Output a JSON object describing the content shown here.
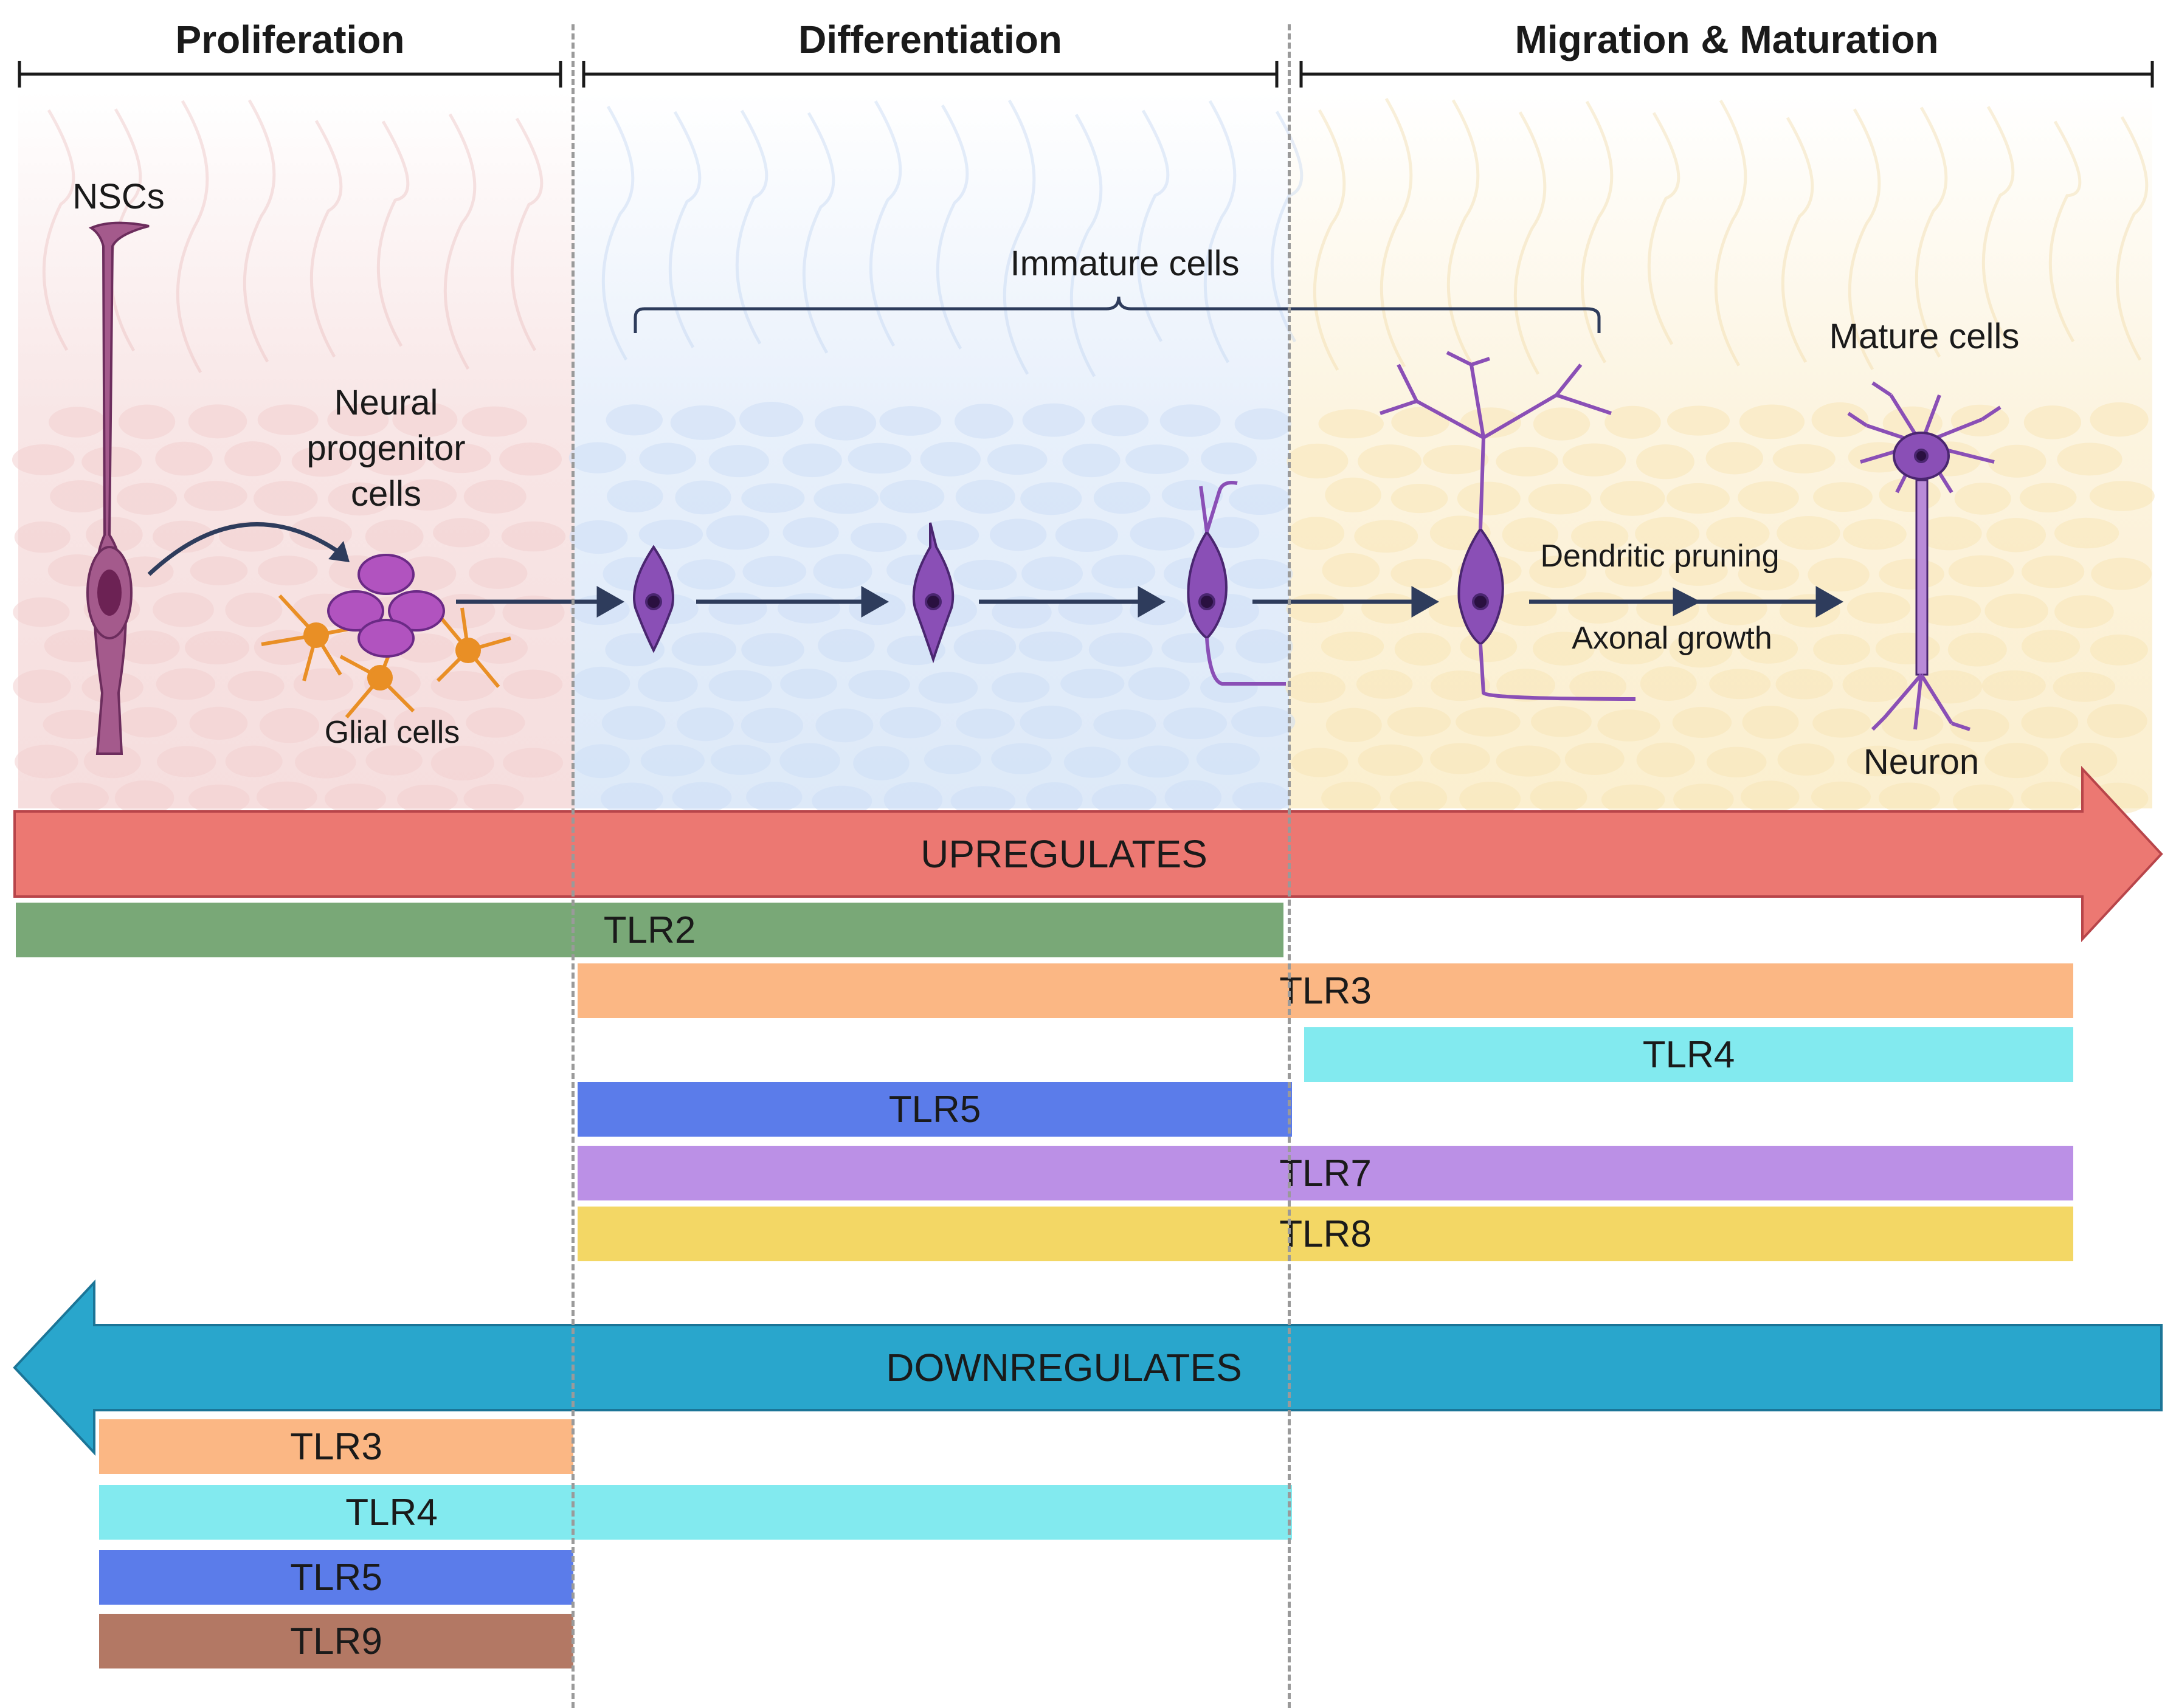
{
  "stages": {
    "proliferation": "Proliferation",
    "differentiation": "Differentiation",
    "migration": "Migration & Maturation"
  },
  "labels": {
    "nscs": "NSCs",
    "npc": [
      "Neural",
      "progenitor",
      "cells"
    ],
    "glial": "Glial cells",
    "immature": "Immature cells",
    "mature": "Mature cells",
    "neuron": "Neuron",
    "dendritic": "Dendritic pruning",
    "axonal": "Axonal growth"
  },
  "up": {
    "label": "UPREGULATES",
    "color": "#ec7872",
    "bars": [
      {
        "label": "TLR2",
        "color": "#79a877"
      },
      {
        "label": "TLR3",
        "color": "#fbb784"
      },
      {
        "label": "TLR4",
        "color": "#82eaef"
      },
      {
        "label": "TLR5",
        "color": "#5b7cea"
      },
      {
        "label": "TLR7",
        "color": "#bb90e6"
      },
      {
        "label": "TLR8",
        "color": "#f3d765"
      }
    ]
  },
  "down": {
    "label": "DOWNREGULATES",
    "color": "#29a6cc",
    "bars": [
      {
        "label": "TLR3",
        "color": "#fbb784"
      },
      {
        "label": "TLR4",
        "color": "#82eaef"
      },
      {
        "label": "TLR5",
        "color": "#5b7cea"
      },
      {
        "label": "TLR9",
        "color": "#b37864"
      }
    ]
  },
  "background": {
    "proliferation": "#f6dede",
    "differentiation": "#dde9f8",
    "migration": "#fbefcf"
  }
}
